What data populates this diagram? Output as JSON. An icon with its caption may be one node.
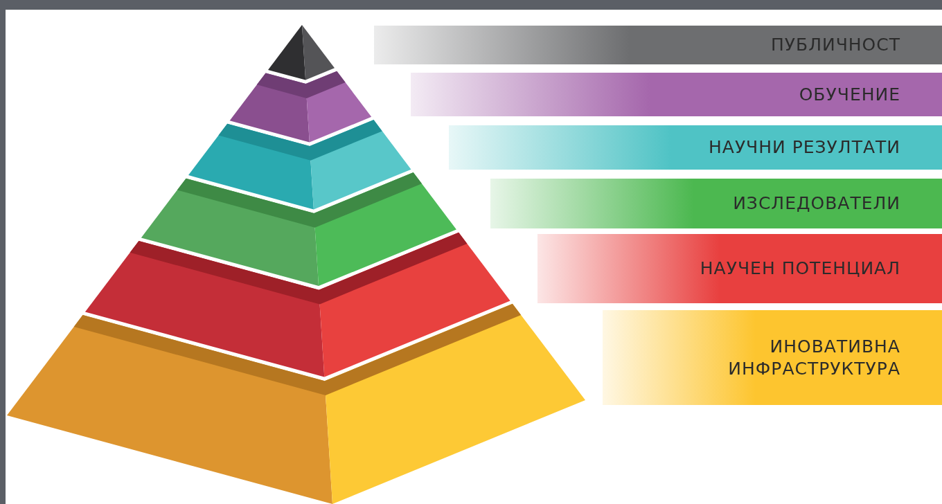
{
  "diagram": {
    "nodes": [
      {
        "text": [
          "ПУБЛИЧНОСТ"
        ]
      },
      {
        "text": [
          "ОБУЧЕНИЕ"
        ]
      },
      {
        "text": [
          "НАУЧНИ РЕЗУЛТАТИ"
        ]
      },
      {
        "text": [
          "ИЗСЛЕДОВАТЕЛИ"
        ]
      },
      {
        "text": [
          "НАУЧЕН ПОТЕНЦИАЛ"
        ]
      },
      {
        "text": [
          "ИНОВАТИВНА ИНФРАСТРУКТУРА"
        ]
      }
    ]
  }
}
